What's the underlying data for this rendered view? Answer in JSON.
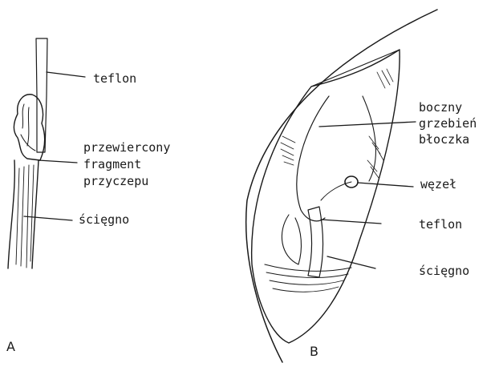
{
  "panel_a": {
    "letter": "A",
    "labels": {
      "teflon": "teflon",
      "fragment_line1": "przewiercony",
      "fragment_line2": "fragment",
      "fragment_line3": "przyczepu",
      "tendon": "ścięgno"
    }
  },
  "panel_b": {
    "letter": "B",
    "labels": {
      "crest_line1": "boczny",
      "crest_line2": "grzebień",
      "crest_line3": "błoczka",
      "knot": "węzeł",
      "teflon": "teflon",
      "tendon": "ścięgno"
    }
  },
  "colors": {
    "ink": "#1a1a1a",
    "background": "#ffffff"
  }
}
